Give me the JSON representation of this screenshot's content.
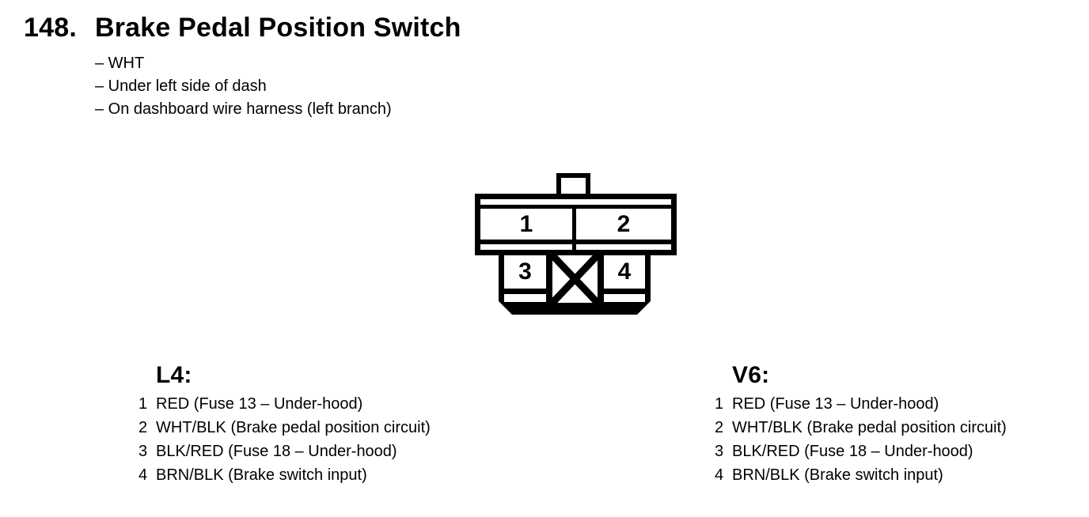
{
  "page": {
    "item_number": "148.",
    "title": "Brake Pedal Position Switch",
    "bullets": [
      "– WHT",
      "– Under left side of dash",
      "– On dashboard wire harness (left branch)"
    ]
  },
  "connector": {
    "cavities": [
      "1",
      "2",
      "3",
      "4"
    ],
    "ink_color": "#000000",
    "background_color": "#ffffff"
  },
  "pinouts": [
    {
      "heading": "L4:",
      "rows": [
        {
          "num": "1",
          "desc": "RED (Fuse 13 – Under-hood)"
        },
        {
          "num": "2",
          "desc": "WHT/BLK (Brake pedal position circuit)"
        },
        {
          "num": "3",
          "desc": "BLK/RED (Fuse 18 – Under-hood)"
        },
        {
          "num": "4",
          "desc": "BRN/BLK (Brake switch input)"
        }
      ]
    },
    {
      "heading": "V6:",
      "rows": [
        {
          "num": "1",
          "desc": "RED (Fuse 13 – Under-hood)"
        },
        {
          "num": "2",
          "desc": "WHT/BLK (Brake pedal position circuit)"
        },
        {
          "num": "3",
          "desc": "BLK/RED (Fuse 18 – Under-hood)"
        },
        {
          "num": "4",
          "desc": "BRN/BLK (Brake switch input)"
        }
      ]
    }
  ]
}
